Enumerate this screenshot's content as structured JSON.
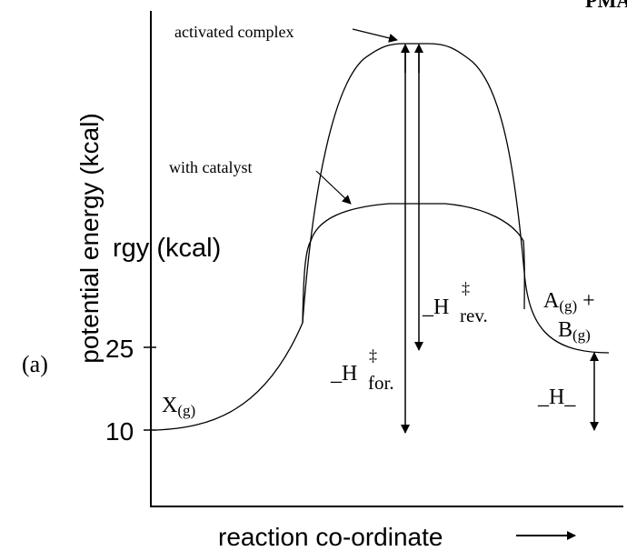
{
  "diagram": {
    "part_label": "(a)",
    "corner_text": "PMA",
    "y_axis": {
      "label": "potential energy (kcal)",
      "label_overlay": "rgy (kcal)",
      "ticks": [
        "25",
        "10"
      ]
    },
    "x_axis": {
      "label": "reaction co-ordinate"
    },
    "annotations": {
      "activated_complex": "activated complex",
      "with_catalyst": "with catalyst",
      "reactant": {
        "main": "X",
        "sub": "(g)"
      },
      "products": {
        "line1_main": "A",
        "line1_sub": "(g)",
        "line1_suffix": " +",
        "line2_main": "B",
        "line2_sub": "(g)"
      },
      "h_reverse": {
        "prefix": "_H",
        "sup": "‡",
        "sub": "rev."
      },
      "h_forward": {
        "prefix": "_H",
        "sup": "‡",
        "sub": "for."
      },
      "delta_h": "_H_"
    },
    "colors": {
      "ink": "#000000",
      "background": "#ffffff"
    }
  }
}
